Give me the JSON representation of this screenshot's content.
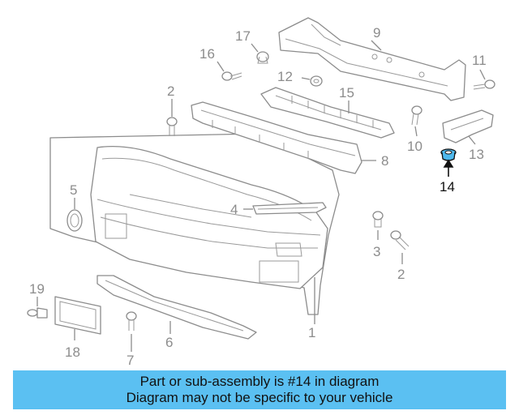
{
  "callouts": {
    "c1": "1",
    "c2a": "2",
    "c2b": "2",
    "c3": "3",
    "c4": "4",
    "c5": "5",
    "c6": "6",
    "c7": "7",
    "c8": "8",
    "c9": "9",
    "c10": "10",
    "c11": "11",
    "c12": "12",
    "c13": "13",
    "c14": "14",
    "c15": "15",
    "c16": "16",
    "c17": "17",
    "c18": "18",
    "c19": "19"
  },
  "highlight": {
    "part_number": "14",
    "color": "#5bc0f2"
  },
  "banner": {
    "line1": "Part or sub-assembly is #14 in diagram",
    "line2": "Diagram may not be specific to your vehicle"
  },
  "colors": {
    "line": "#8c8c8c",
    "banner_bg": "#5bc0f2",
    "highlight_fill": "#4fb9ee"
  }
}
